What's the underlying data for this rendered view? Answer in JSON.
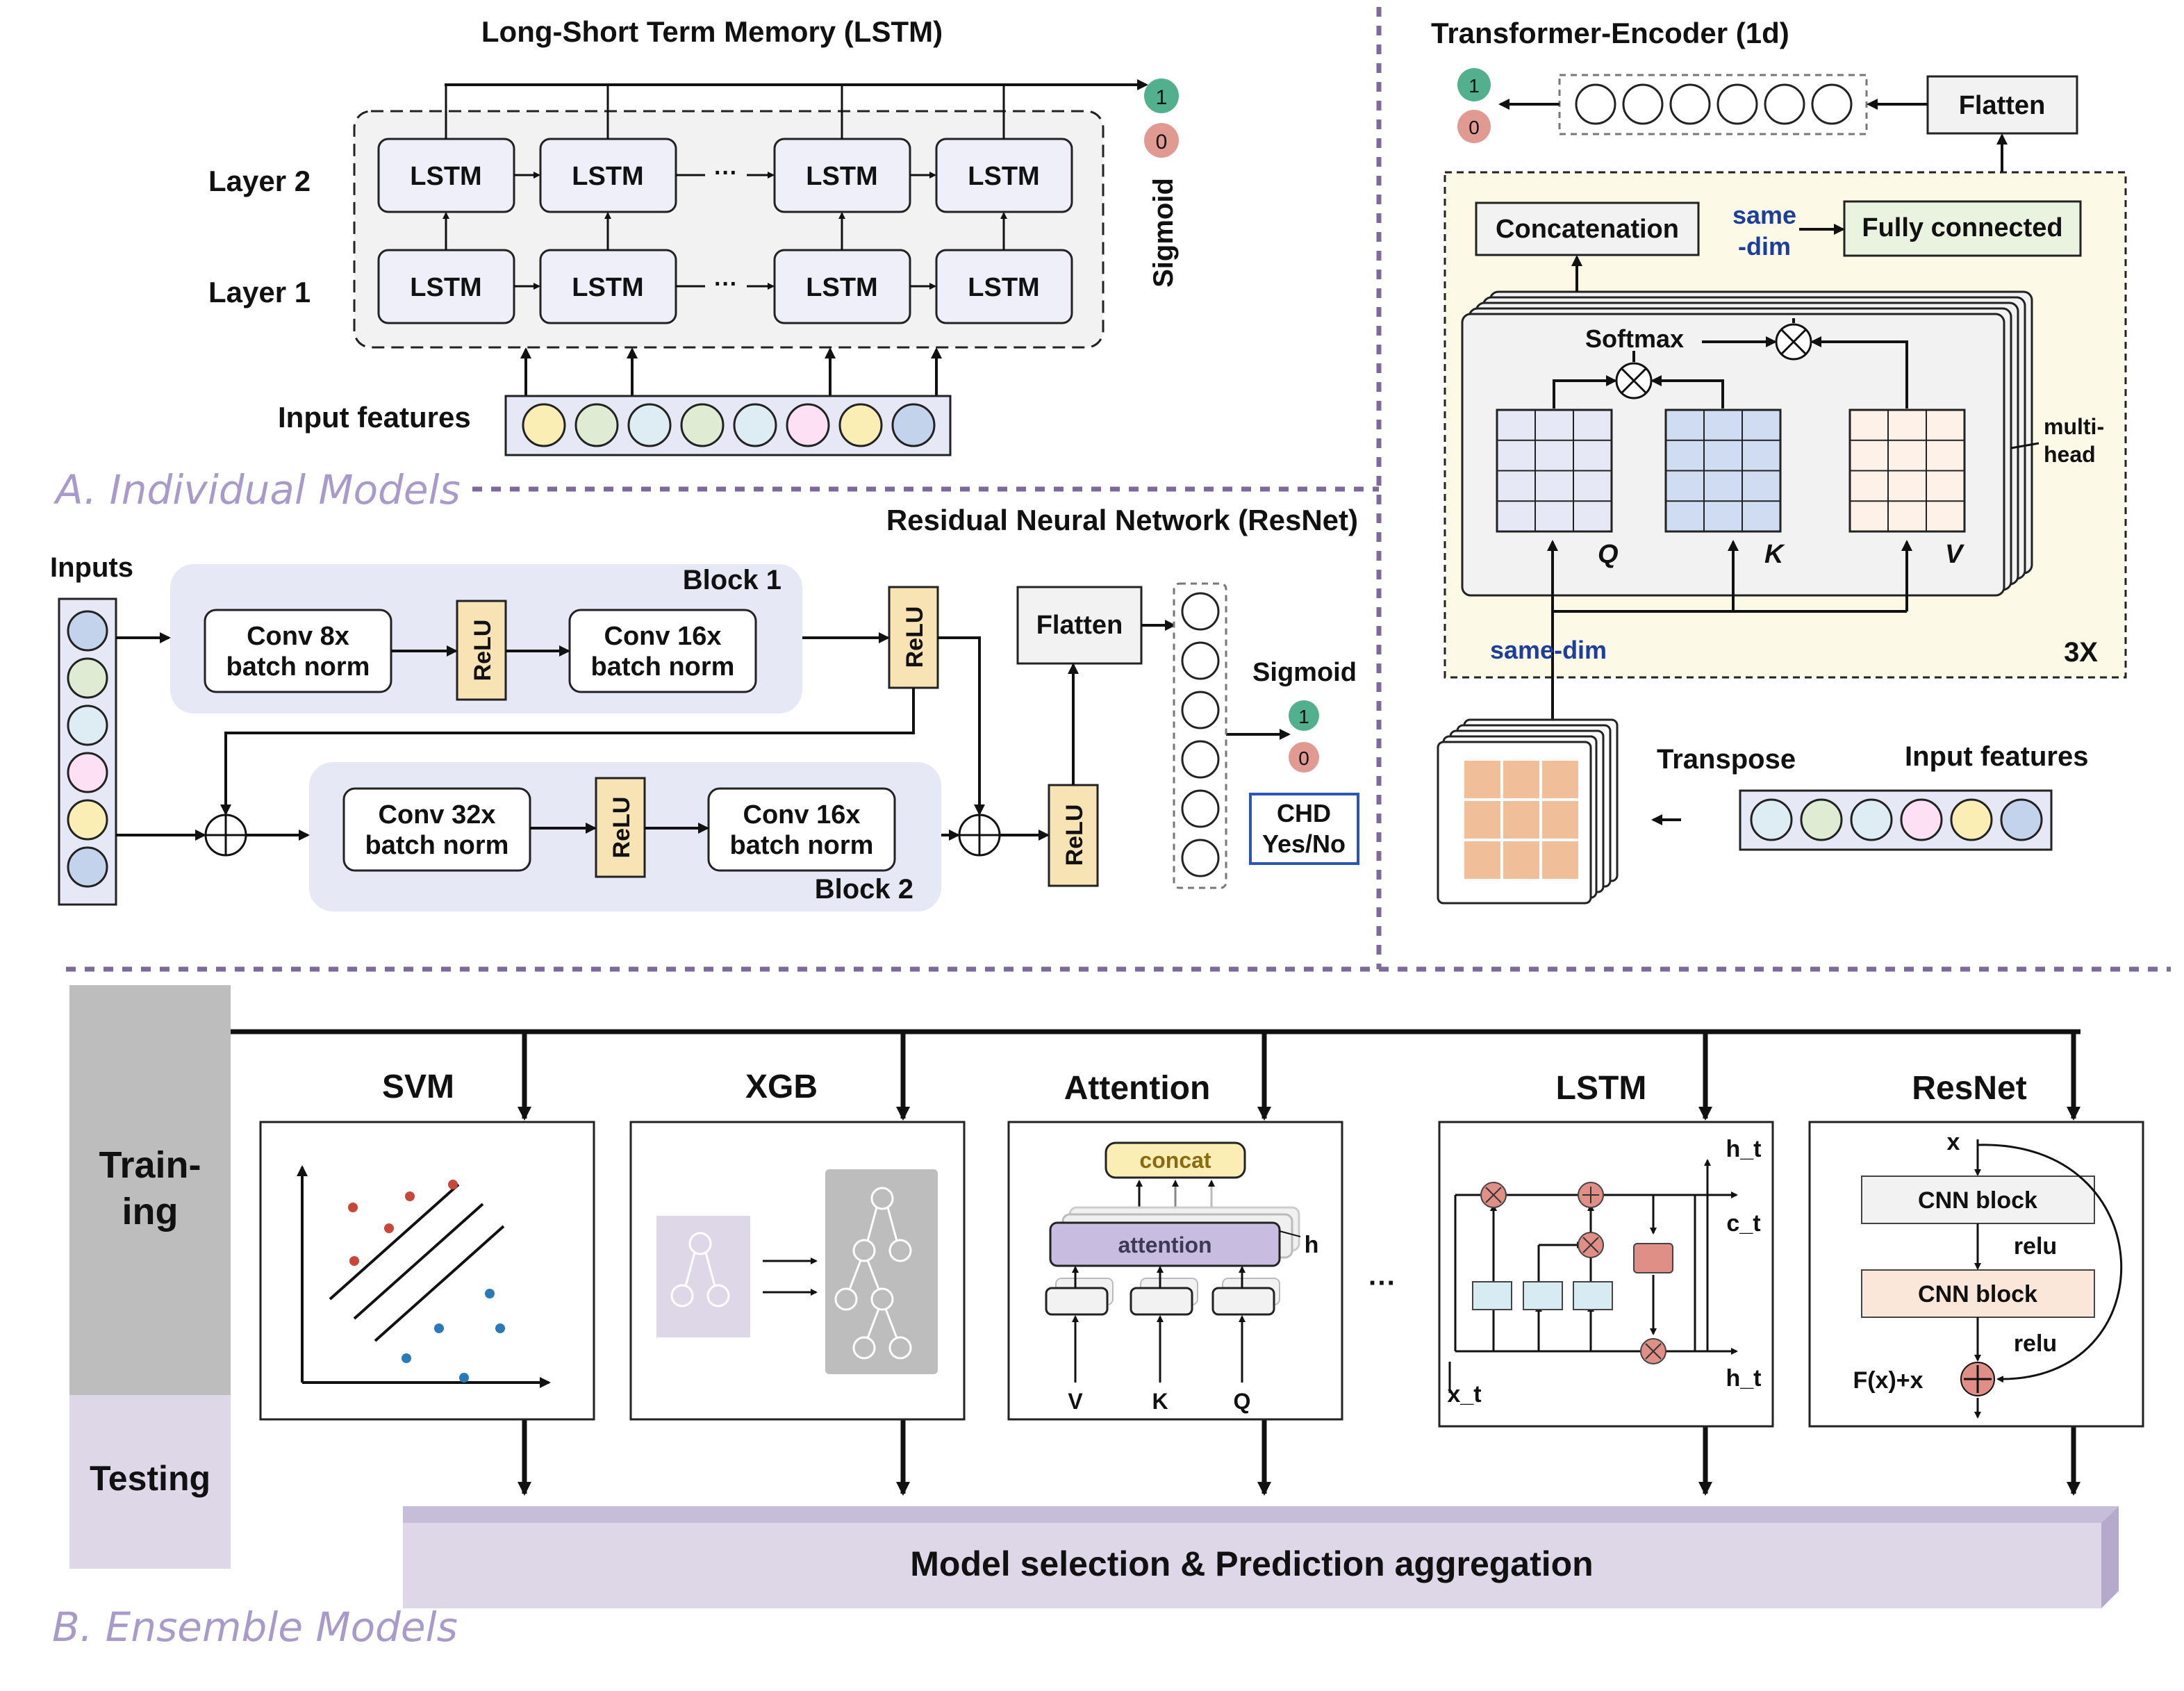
{
  "lstm": {
    "title": "Long-Short Term Memory (LSTM)",
    "layer2": "Layer 2",
    "layer1": "Layer 1",
    "cell": "LSTM",
    "ellipsis": "···",
    "input_features": "Input features",
    "sigmoid": "Sigmoid",
    "out1": "1",
    "out0": "0",
    "input_colors": [
      "#fbeeb4",
      "#dfebd3",
      "#deedf3",
      "#dfebd3",
      "#deedf3",
      "#fde0f4",
      "#fbeeb4",
      "#c3d3ec"
    ]
  },
  "section_a": "A. Individual Models",
  "resnet": {
    "title": "Residual Neural Network (ResNet)",
    "inputs": "Inputs",
    "block1": "Block 1",
    "block2": "Block 2",
    "conv8": [
      "Conv 8x",
      "batch norm"
    ],
    "conv16a": [
      "Conv 16x",
      "batch norm"
    ],
    "conv32": [
      "Conv 32x",
      "batch norm"
    ],
    "conv16b": [
      "Conv 16x",
      "batch norm"
    ],
    "relu": "ReLU",
    "flatten": "Flatten",
    "sigmoid": "Sigmoid",
    "out1": "1",
    "out0": "0",
    "chd": [
      "CHD",
      "Yes/No"
    ],
    "input_colors": [
      "#c3d3ec",
      "#dfebd3",
      "#deedf3",
      "#fde0f4",
      "#fbeeb4",
      "#c3d3ec"
    ]
  },
  "transformer": {
    "title": "Transformer-Encoder (1d)",
    "out1": "1",
    "out0": "0",
    "flatten": "Flatten",
    "concatenation": "Concatenation",
    "same_dim_a": "same",
    "same_dim_b": "-dim",
    "fully_connected": "Fully connected",
    "softmax": "Softmax",
    "q": "Q",
    "k": "K",
    "v": "V",
    "multi_head": [
      "multi-",
      "head"
    ],
    "same_dim": "same-dim",
    "repeat": "3X",
    "transpose": "Transpose",
    "input_features": "Input features",
    "input_colors": [
      "#deedf3",
      "#dfebd3",
      "#deedf3",
      "#fde0f4",
      "#fbeeb4",
      "#c3d3ec"
    ]
  },
  "ensemble": {
    "training": [
      "Train-",
      "ing"
    ],
    "testing": "Testing",
    "svm": "SVM",
    "xgb": "XGB",
    "attention_title": "Attention",
    "lstm_title": "LSTM",
    "resnet_title": "ResNet",
    "ellipsis": "···",
    "concat": "concat",
    "attention": "attention",
    "h": "h",
    "v": "V",
    "k": "K",
    "q": "Q",
    "h_t_top": "h_t",
    "c_t": "c_t",
    "x_t": "x_t",
    "h_t_bottom": "h_t",
    "x": "x",
    "cnn_block": "CNN block",
    "relu": "relu",
    "fx": "F(x)+x",
    "aggregation": "Model selection & Prediction aggregation"
  },
  "section_b": "B. Ensemble Models",
  "colors": {
    "divider": "#7d6a9c",
    "panel_gray": "#f2f2f2",
    "block_bg": "#e6e8f6",
    "relu_fill": "#f8e3b5",
    "transformer_bg": "#fdf9e7",
    "fc_fill": "#eaf3e0",
    "green_out": "#52b08e",
    "red_out": "#e09a92",
    "aggregation_fill": "#ddd7e8",
    "training_bar": "#bdbdbd",
    "testing_bar": "#ddd7e8"
  }
}
